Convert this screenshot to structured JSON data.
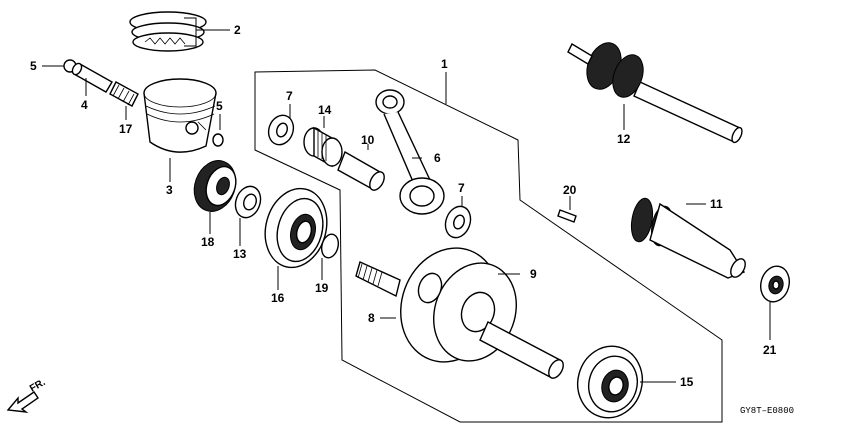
{
  "labels": {
    "l1": "1",
    "l2": "2",
    "l3": "3",
    "l4": "4",
    "l5a": "5",
    "l5b": "5",
    "l6": "6",
    "l7a": "7",
    "l7b": "7",
    "l8": "8",
    "l9": "9",
    "l10": "10",
    "l11": "11",
    "l12": "12",
    "l13": "13",
    "l14": "14",
    "l15": "15",
    "l16": "16",
    "l17": "17",
    "l18": "18",
    "l19": "19",
    "l20": "20",
    "l21": "21"
  },
  "direction_label": "FR.",
  "diagram_code": "GY8T–E0800"
}
